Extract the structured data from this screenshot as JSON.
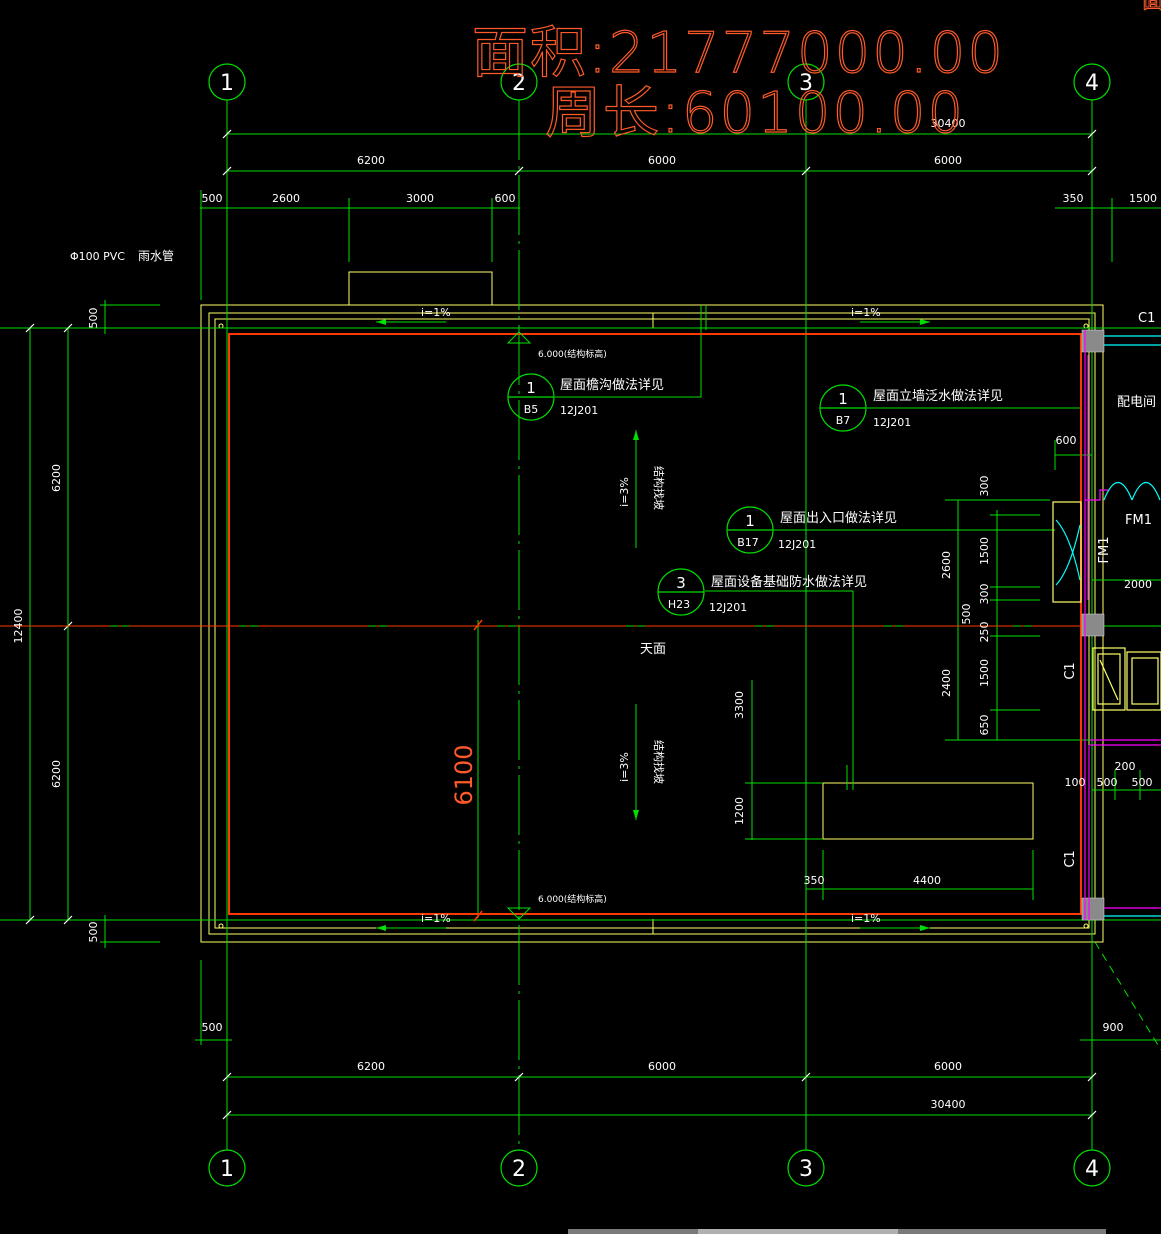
{
  "overlay": {
    "area_text": "面积:21777000.00",
    "perimeter_text": "周长:60100.00",
    "corner_glyph": "面"
  },
  "axes": {
    "top": [
      "1",
      "2",
      "3",
      "4"
    ],
    "bottom": [
      "1",
      "2",
      "3",
      "4"
    ]
  },
  "dimensions": {
    "top_total": "30400",
    "top_spans": [
      "6200",
      "6000",
      "6000"
    ],
    "top_details": [
      "500",
      "2600",
      "3000",
      "600",
      "350",
      "1500"
    ],
    "bottom_spans": [
      "6200",
      "6000",
      "6000"
    ],
    "bottom_total": "30400",
    "bottom_left": "500",
    "bottom_right": "900",
    "left_total": "12400",
    "left_spans": [
      "6200",
      "6200"
    ],
    "left_small_top": "500",
    "left_small_bottom": "500",
    "center_vertical": "6100",
    "right_600": "600",
    "right_stack": [
      "300",
      "1500",
      "300",
      "250",
      "1500",
      "650"
    ],
    "right_2600": "2600",
    "right_500": "500",
    "right_2400": "2400",
    "fm_2000": "2000",
    "room_dims": [
      "100",
      "500",
      "200",
      "500"
    ],
    "pad_3300": "3300",
    "pad_1200": "1200",
    "pad_350": "350",
    "pad_4400": "4400"
  },
  "labels": {
    "pipe": "Φ100 PVC",
    "rain_pipe": "雨水管",
    "slope_1": "i=1%",
    "slope_3": "i=3%",
    "slope_note": "结构找坡",
    "elev_top": "6.000(结构标高)",
    "elev_bottom": "6.000(结构标高)",
    "roof": "天面",
    "room": "配电间",
    "door": "FM1",
    "window": "C1"
  },
  "details": [
    {
      "num": "1",
      "sheet": "B5",
      "title": "屋面檐沟做法详见",
      "atlas": "12J201"
    },
    {
      "num": "1",
      "sheet": "B7",
      "title": "屋面立墙泛水做法详见",
      "atlas": "12J201"
    },
    {
      "num": "1",
      "sheet": "B17",
      "title": "屋面出入口做法详见",
      "atlas": "12J201"
    },
    {
      "num": "3",
      "sheet": "H23",
      "title": "屋面设备基础防水做法详见",
      "atlas": "12J201"
    }
  ],
  "colors": {
    "background": "#000000",
    "grid": "#00e000",
    "wall": "#ff3a00",
    "parapet": "#ffff66",
    "text": "#ffffff",
    "overlay": "#ff5a28",
    "magenta": "#ff00ff",
    "cyan": "#00ffff"
  }
}
